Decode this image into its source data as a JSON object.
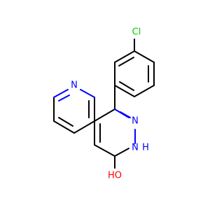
{
  "molecule": {
    "atoms": {
      "chlorine": "Cl",
      "pyridine_nitrogen": "N",
      "ring_nitrogen": "N",
      "nh_group": "N",
      "nh_hydrogen": "H",
      "hydroxyl": "HO"
    },
    "colors": {
      "bond": "#000000",
      "nitrogen": "#0000ff",
      "oxygen": "#ff0000",
      "chlorine": "#00cc00",
      "background": "#ffffff"
    }
  }
}
